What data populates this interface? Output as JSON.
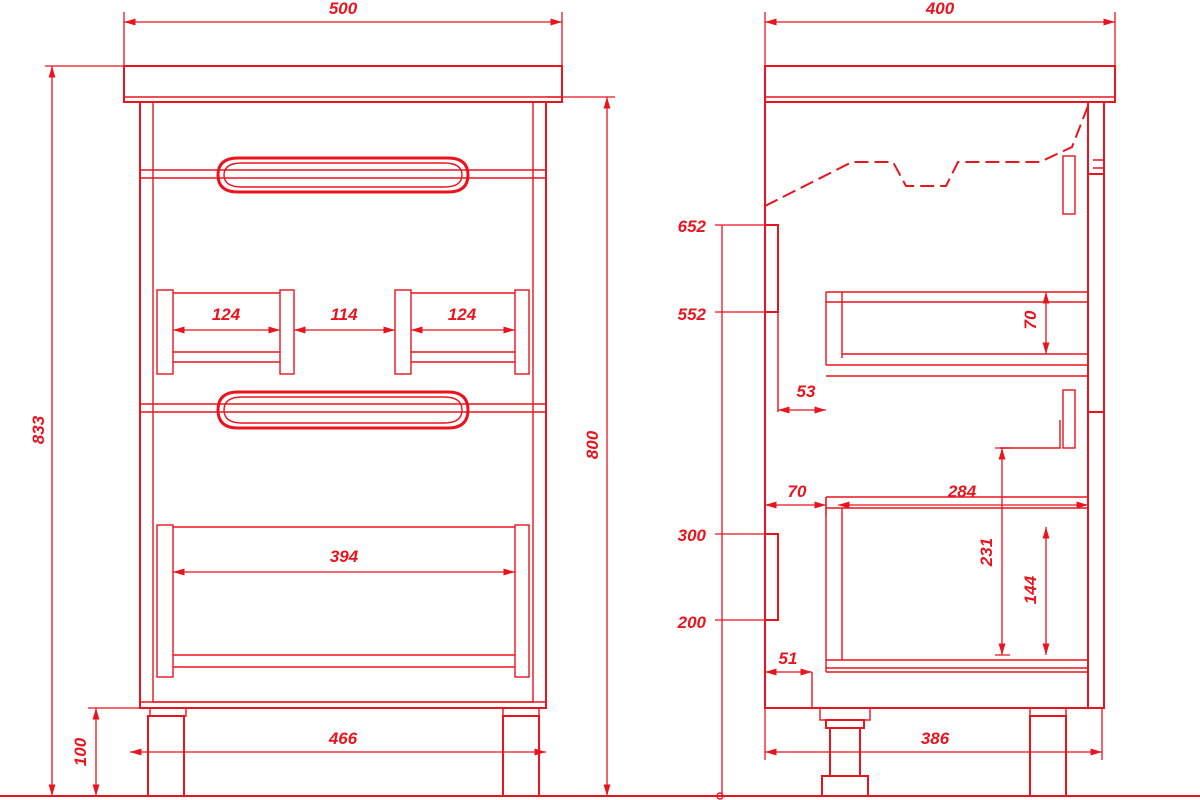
{
  "front_view": {
    "overall_width": "500",
    "overall_height": "833",
    "body_height": "800",
    "leg_height": "100",
    "base_width": "466",
    "compartment_width_left": "124",
    "compartment_gap": "114",
    "compartment_width_right": "124",
    "lower_compartment_width": "394"
  },
  "side_view": {
    "overall_depth": "400",
    "base_depth": "386",
    "mark_652": "652",
    "mark_552": "552",
    "mark_300": "300",
    "mark_200": "200",
    "offset_53": "53",
    "offset_70": "70",
    "drawer_depth": "284",
    "drawer_height_upper": "70",
    "drawer_height_lower_outer": "231",
    "drawer_height_lower_inner": "144",
    "offset_51": "51"
  },
  "colors": {
    "line": "#e8141e",
    "background": "#ffffff"
  }
}
